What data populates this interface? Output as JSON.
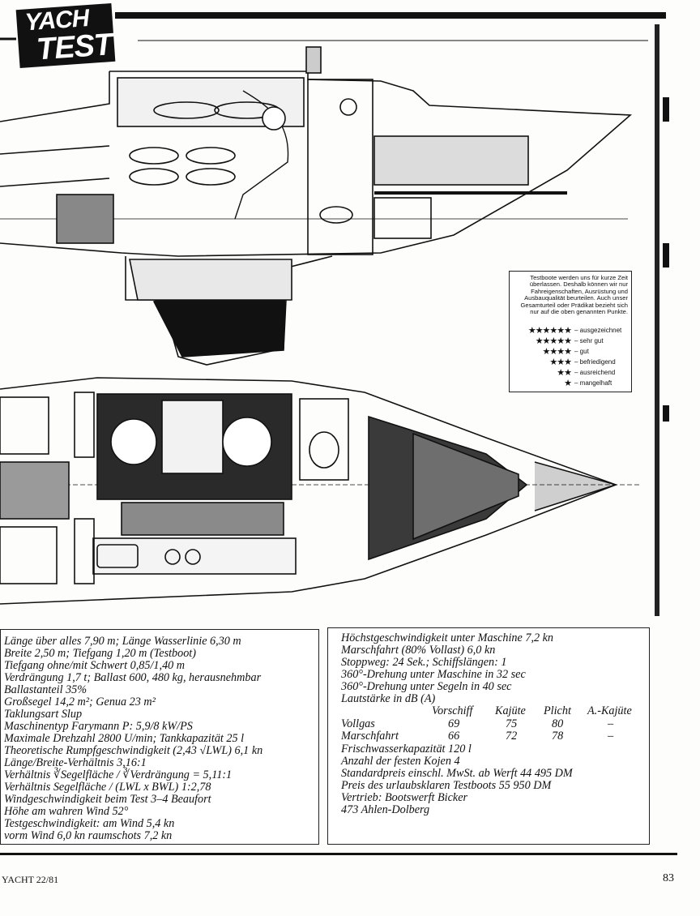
{
  "logo": {
    "line1": "YACH",
    "line2": "TEST"
  },
  "legend": {
    "note": "Testboote werden uns für kurze Zeit überlassen. Deshalb können wir nur Fahreigenschaften, Ausrüstung und Ausbauqualität beurteilen. Auch unser Gesamturteil oder Prädikat bezieht sich nur auf die oben genannten Punkte.",
    "ratings": [
      {
        "stars": "★★★★★★",
        "label": "– ausgezeichnet"
      },
      {
        "stars": "★★★★★",
        "label": "– sehr gut"
      },
      {
        "stars": "★★★★",
        "label": "– gut"
      },
      {
        "stars": "★★★",
        "label": "– befriedigend"
      },
      {
        "stars": "★★",
        "label": "– ausreichend"
      },
      {
        "stars": "★",
        "label": "– mangelhaft"
      }
    ]
  },
  "specs_left": [
    "Länge über alles 7,90 m; Länge Wasserlinie 6,30 m",
    "Breite 2,50 m; Tiefgang 1,20 m (Testboot)",
    "Tiefgang ohne/mit Schwert 0,85/1,40 m",
    "Verdrängung 1,7 t; Ballast 600, 480 kg, herausnehmbar",
    "Ballastanteil 35%",
    "Großsegel 14,2 m²; Genua 23 m²",
    "Taklungsart Slup",
    "Maschinentyp Farymann P: 5,9/8 kW/PS",
    "Maximale Drehzahl 2800 U/min; Tankkapazität 25 l",
    "Theoretische Rumpfgeschwindigkeit (2,43 √LWL) 6,1 kn",
    "Länge/Breite-Verhältnis 3,16:1",
    "Verhältnis ∛Segelfläche / ∛Verdrängung = 5,11:1",
    "Verhältnis Segelfläche / (LWL x BWL) 1:2,78",
    "Windgeschwindigkeit beim Test 3–4 Beaufort",
    "Höhe am wahren Wind 52°",
    "Testgeschwindigkeit: am Wind 5,4 kn",
    "vorm Wind 6,0 kn    raumschots 7,2 kn"
  ],
  "specs_right_top": [
    "Höchstgeschwindigkeit unter Maschine 7,2 kn",
    "Marschfahrt (80% Vollast) 6,0 kn",
    "Stoppweg: 24 Sek.; Schiffslängen: 1",
    "360°-Drehung unter Maschine in 32 sec",
    "360°-Drehung unter Segeln in 40 sec",
    "Lautstärke in dB (A)"
  ],
  "noise_table": {
    "headers": [
      "Vorschiff",
      "Kajüte",
      "Plicht",
      "A.-Kajüte"
    ],
    "rows": [
      {
        "label": "Vollgas",
        "values": [
          "69",
          "75",
          "80",
          "–"
        ]
      },
      {
        "label": "Marschfahrt",
        "values": [
          "66",
          "72",
          "78",
          "–"
        ]
      }
    ]
  },
  "specs_right_bottom": [
    "Frischwasserkapazität 120 l",
    "Anzahl der festen Kojen 4",
    "Standardpreis einschl. MwSt. ab Werft 44 495 DM",
    "Preis des urlaubsklaren Testboots 55 950 DM",
    "Vertrieb: Bootswerft Bicker",
    "473 Ahlen-Dolberg"
  ],
  "footer": {
    "issue": "YACHT 22/81",
    "page": "83"
  }
}
